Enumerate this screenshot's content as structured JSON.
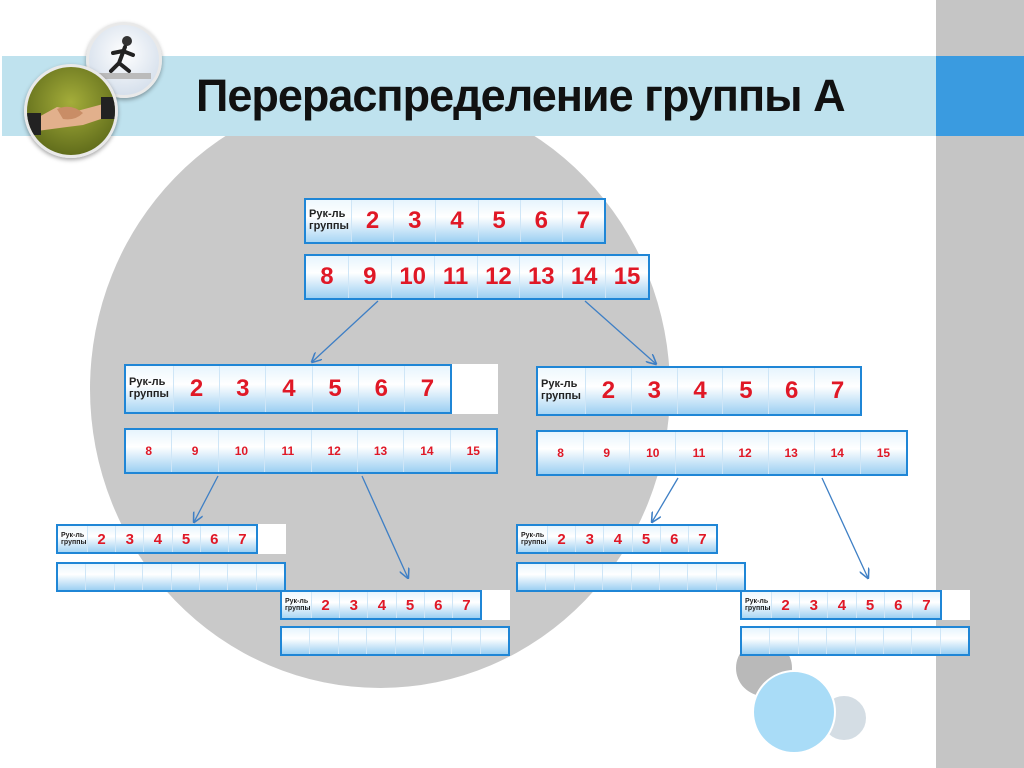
{
  "slide": {
    "title": "Перераспределение группы А"
  },
  "group": {
    "leader_label_line1": "Рук-ль",
    "leader_label_line2": "группы",
    "leaders": [
      "2",
      "3",
      "4",
      "5",
      "6",
      "7"
    ],
    "members": [
      "8",
      "9",
      "10",
      "11",
      "12",
      "13",
      "14",
      "15"
    ]
  },
  "colors": {
    "accent_blue": "#1f86d6",
    "number_red": "#e01826",
    "title_bar": "#bfe2ee"
  }
}
